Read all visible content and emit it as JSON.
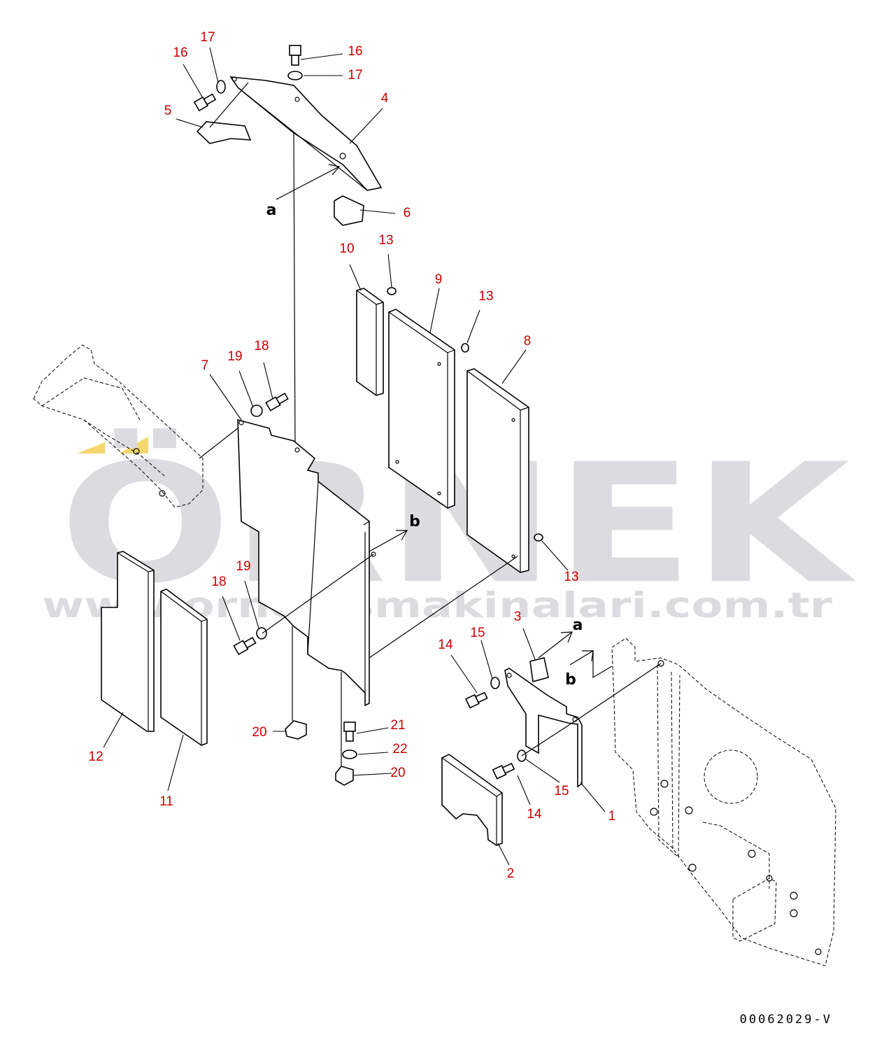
{
  "watermark": {
    "brand": "ÖRNEK",
    "website": "www.ornekismakinalari.com.tr",
    "colors": {
      "brand": "#dcdce0",
      "accent": "#f5d76e"
    }
  },
  "diagram": {
    "drawing_code": "00062029-V",
    "callout_color": "#cc0000",
    "callouts": [
      {
        "id": "c1",
        "label": "1"
      },
      {
        "id": "c2",
        "label": "2"
      },
      {
        "id": "c3",
        "label": "3"
      },
      {
        "id": "c4",
        "label": "4"
      },
      {
        "id": "c5",
        "label": "5"
      },
      {
        "id": "c6",
        "label": "6"
      },
      {
        "id": "c7",
        "label": "7"
      },
      {
        "id": "c8",
        "label": "8"
      },
      {
        "id": "c9",
        "label": "9"
      },
      {
        "id": "c10",
        "label": "10"
      },
      {
        "id": "c11",
        "label": "11"
      },
      {
        "id": "c12",
        "label": "12"
      },
      {
        "id": "c13a",
        "label": "13"
      },
      {
        "id": "c13b",
        "label": "13"
      },
      {
        "id": "c13c",
        "label": "13"
      },
      {
        "id": "c14a",
        "label": "14"
      },
      {
        "id": "c14b",
        "label": "14"
      },
      {
        "id": "c15a",
        "label": "15"
      },
      {
        "id": "c15b",
        "label": "15"
      },
      {
        "id": "c16a",
        "label": "16"
      },
      {
        "id": "c16b",
        "label": "16"
      },
      {
        "id": "c17a",
        "label": "17"
      },
      {
        "id": "c17b",
        "label": "17"
      },
      {
        "id": "c18a",
        "label": "18"
      },
      {
        "id": "c18b",
        "label": "18"
      },
      {
        "id": "c19a",
        "label": "19"
      },
      {
        "id": "c19b",
        "label": "19"
      },
      {
        "id": "c20a",
        "label": "20"
      },
      {
        "id": "c20b",
        "label": "20"
      },
      {
        "id": "c21",
        "label": "21"
      },
      {
        "id": "c22",
        "label": "22"
      }
    ],
    "reference_letters": [
      {
        "id": "ra1",
        "label": "a"
      },
      {
        "id": "ra2",
        "label": "a"
      },
      {
        "id": "rb1",
        "label": "b"
      },
      {
        "id": "rb2",
        "label": "b"
      }
    ]
  }
}
